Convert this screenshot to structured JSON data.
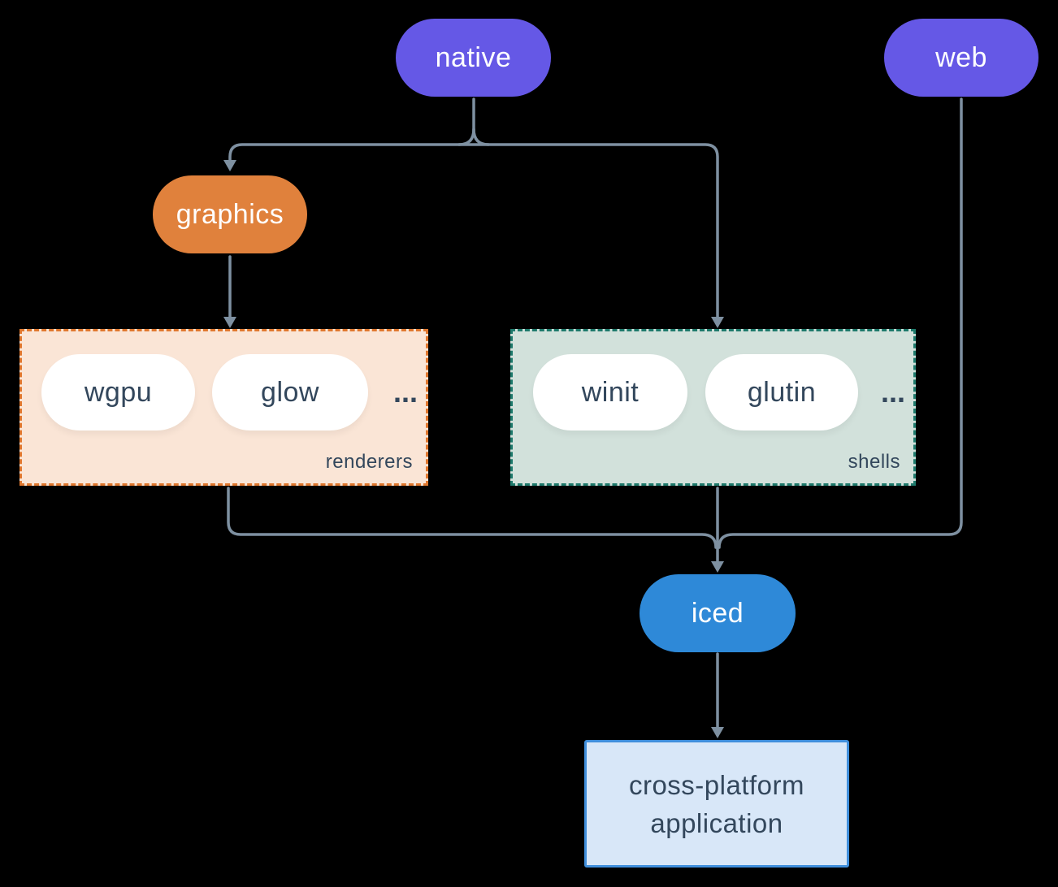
{
  "diagram": {
    "background": "#000000",
    "connector_color": "#7e90a1",
    "item_text_color": "#33475c",
    "nodes": {
      "native": {
        "label": "native",
        "color": "#6558e6"
      },
      "web": {
        "label": "web",
        "color": "#6558e6"
      },
      "graphics": {
        "label": "graphics",
        "color": "#e0813c"
      },
      "iced": {
        "label": "iced",
        "color": "#2e89d8"
      },
      "application": {
        "lines": [
          "cross-platform",
          "application"
        ],
        "fill": "#d8e7f8",
        "border": "#408fdc"
      }
    },
    "groups": {
      "renderers": {
        "label": "renderers",
        "items": [
          "wgpu",
          "glow",
          "..."
        ],
        "fill": "#fae5d6",
        "border": "#e0782f"
      },
      "shells": {
        "label": "shells",
        "items": [
          "winit",
          "glutin",
          "..."
        ],
        "fill": "#d2e1db",
        "border": "#1e7a6c"
      }
    }
  }
}
